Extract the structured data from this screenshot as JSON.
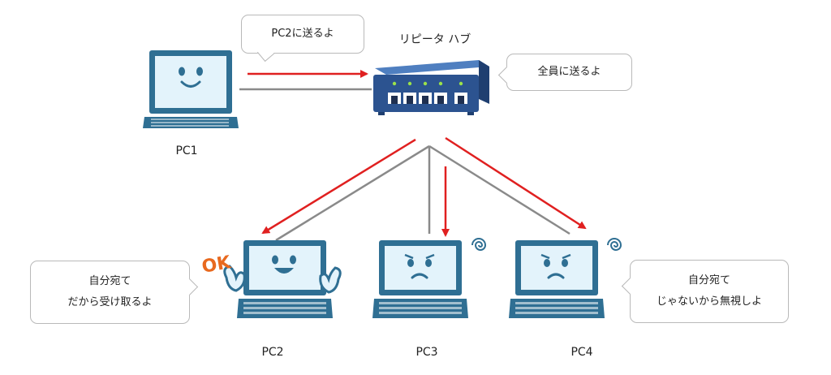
{
  "hub": {
    "label": "リピータ ハブ",
    "port_led_color": "#9be24a",
    "body_color": "#2c5390"
  },
  "pcs": [
    {
      "id": "pc1",
      "label": "PC1",
      "face": "smile"
    },
    {
      "id": "pc2",
      "label": "PC2",
      "face": "happy",
      "badge": "OK"
    },
    {
      "id": "pc3",
      "label": "PC3",
      "face": "confused"
    },
    {
      "id": "pc4",
      "label": "PC4",
      "face": "confused"
    }
  ],
  "bubbles": {
    "pc1": [
      "PC2に送るよ"
    ],
    "hub": [
      "全員に送るよ"
    ],
    "pc2": [
      "自分宛て",
      "だから受け取るよ"
    ],
    "pc4": [
      "自分宛て",
      "じゃないから無視しよ"
    ]
  },
  "colors": {
    "pc_frame": "#2f6f93",
    "pc_screen": "#e3f3fb",
    "arrow": "#e02020",
    "cable": "#8a8a8a",
    "ok_badge": "#e8691f"
  }
}
